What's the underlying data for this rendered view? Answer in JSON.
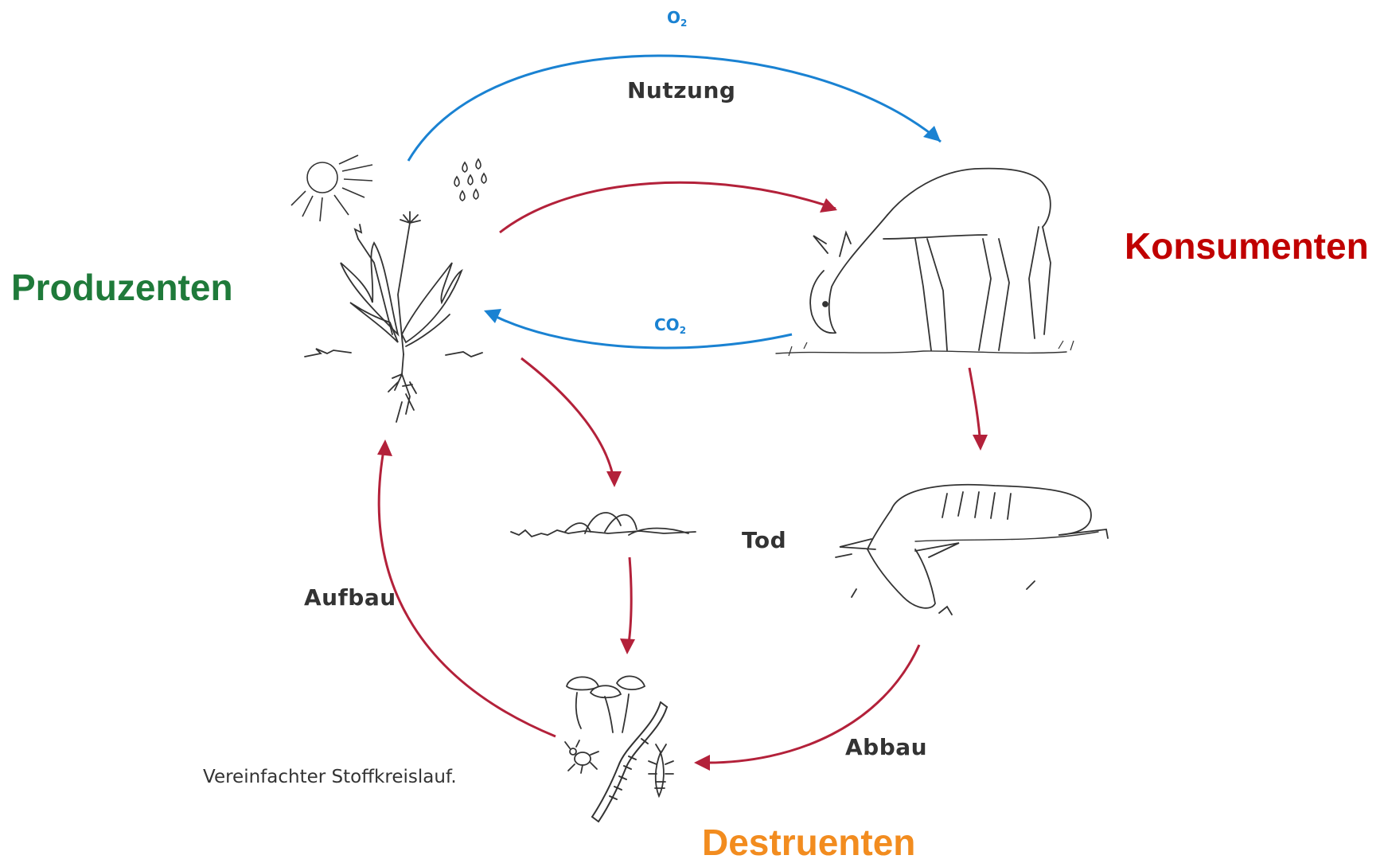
{
  "colors": {
    "producers": "#1f7a3a",
    "consumers": "#c00000",
    "decomposers": "#f28c1f",
    "gas_arrow": "#1a82d2",
    "matter_arrow": "#b3213a",
    "sketch": "#333333",
    "label": "#333333"
  },
  "groups": {
    "producers": "Produzenten",
    "consumers": "Konsumenten",
    "decomposers": "Destruenten"
  },
  "gases": {
    "oxygen": {
      "symbol": "O",
      "subscript": "2"
    },
    "carbon_dioxide": {
      "symbol": "CO",
      "subscript": "2"
    }
  },
  "steps": {
    "use": "Nutzung",
    "death": "Tod",
    "buildup": "Aufbau",
    "breakdown": "Abbau"
  },
  "caption": "Vereinfachter Stoffkreislauf.",
  "icons": [
    "sun-icon",
    "raindrops-icon",
    "dandelion-icon",
    "deer-icon",
    "dead-deer-icon",
    "dead-plant-icon",
    "mushrooms-icon",
    "earthworm-icon",
    "beetle-icon",
    "larva-icon"
  ]
}
